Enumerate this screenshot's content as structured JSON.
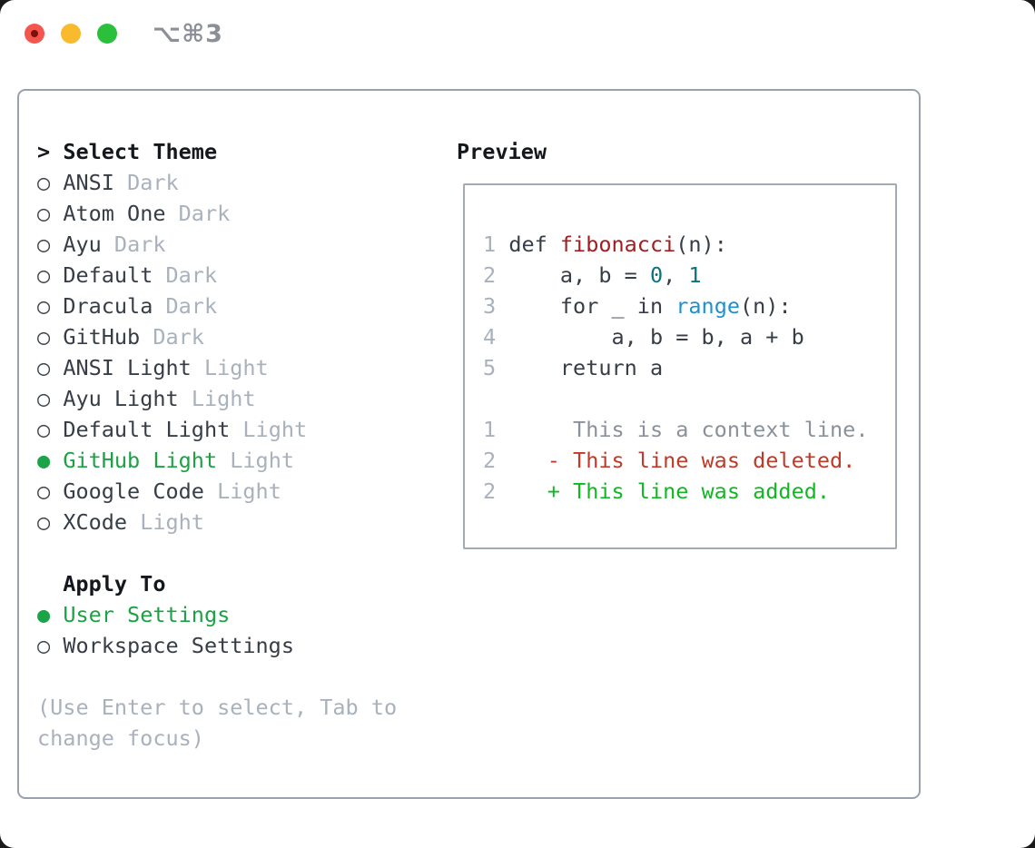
{
  "window": {
    "title": "⌥⌘3",
    "traffic_lights": [
      "close",
      "minimize",
      "zoom"
    ]
  },
  "glyphs": {
    "radio_unselected": "○",
    "radio_selected": "●",
    "prompt": ">"
  },
  "left": {
    "prompt": ">",
    "title": "Select Theme",
    "themes": [
      {
        "name": "ANSI",
        "tag": "Dark",
        "selected": false
      },
      {
        "name": "Atom One",
        "tag": "Dark",
        "selected": false
      },
      {
        "name": "Ayu",
        "tag": "Dark",
        "selected": false
      },
      {
        "name": "Default",
        "tag": "Dark",
        "selected": false
      },
      {
        "name": "Dracula",
        "tag": "Dark",
        "selected": false
      },
      {
        "name": "GitHub",
        "tag": "Dark",
        "selected": false
      },
      {
        "name": "ANSI Light",
        "tag": "Light",
        "selected": false
      },
      {
        "name": "Ayu Light",
        "tag": "Light",
        "selected": false
      },
      {
        "name": "Default Light",
        "tag": "Light",
        "selected": false
      },
      {
        "name": "GitHub Light",
        "tag": "Light",
        "selected": true
      },
      {
        "name": "Google Code",
        "tag": "Light",
        "selected": false
      },
      {
        "name": "XCode",
        "tag": "Light",
        "selected": false
      }
    ],
    "apply_label": "Apply To",
    "apply_options": [
      {
        "name": "User Settings",
        "selected": true
      },
      {
        "name": "Workspace Settings",
        "selected": false
      }
    ],
    "hint": "(Use Enter to select, Tab to change focus)"
  },
  "preview": {
    "label": "Preview",
    "lines": [
      {
        "num": "1",
        "segments": [
          {
            "t": "def ",
            "c": "fg"
          },
          {
            "t": "fibonacci",
            "c": "func"
          },
          {
            "t": "(n):",
            "c": "fg"
          }
        ]
      },
      {
        "num": "2",
        "segments": [
          {
            "t": "    a, b = ",
            "c": "fg"
          },
          {
            "t": "0",
            "c": "num"
          },
          {
            "t": ", ",
            "c": "fg"
          },
          {
            "t": "1",
            "c": "num"
          }
        ]
      },
      {
        "num": "3",
        "segments": [
          {
            "t": "    for _ in ",
            "c": "fg"
          },
          {
            "t": "range",
            "c": "builtin"
          },
          {
            "t": "(n):",
            "c": "fg"
          }
        ]
      },
      {
        "num": "4",
        "segments": [
          {
            "t": "        a, b = b, a + b",
            "c": "fg"
          }
        ]
      },
      {
        "num": "5",
        "segments": [
          {
            "t": "    return a",
            "c": "fg"
          }
        ]
      },
      {
        "num": "",
        "segments": []
      },
      {
        "num": "1",
        "segments": [
          {
            "t": "     This is a context line.",
            "c": "ctx"
          }
        ]
      },
      {
        "num": "2",
        "segments": [
          {
            "t": "   - This line was deleted.",
            "c": "del"
          }
        ]
      },
      {
        "num": "2",
        "segments": [
          {
            "t": "   + This line was added.",
            "c": "add"
          }
        ]
      }
    ]
  },
  "colors": {
    "selection_green": "#1ca244",
    "added_green": "#12b823",
    "deleted_red": "#c13a28",
    "function_red": "#a31d20",
    "number_teal": "#0c727c",
    "builtin_blue": "#1f90d2",
    "muted_gray": "#a9b1bc",
    "text_dark": "#373d47",
    "panel_border": "#98a1ac"
  }
}
